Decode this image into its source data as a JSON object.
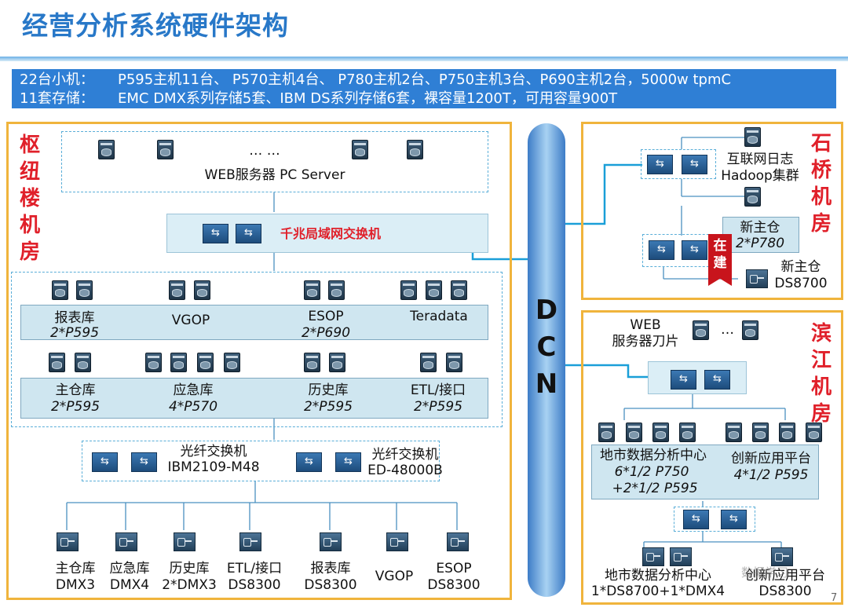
{
  "page": {
    "title": "经营分析系统硬件架构",
    "page_number": "7"
  },
  "summary": {
    "row1_label": "22台小机：",
    "row1_text": "P595主机11台、 P570主机4台、 P780主机2台、P750主机3台、P690主机2台，5000w tpmC",
    "row2_label": "11套存储：",
    "row2_text": "EMC DMX系列存储5套、IBM DS系列存储6套，裸容量1200T，可用容量900T"
  },
  "dcn": {
    "letters": [
      "D",
      "C",
      "N"
    ]
  },
  "icons": {
    "server_label": "Server",
    "switch_glyph": "⇆"
  },
  "left_room": {
    "name": [
      "枢",
      "纽",
      "楼",
      "机",
      "房"
    ],
    "web": {
      "ellipsis": "… …",
      "label": "WEB服务器 PC Server"
    },
    "lan_switch": "千兆局域网交换机",
    "row1": [
      {
        "name": "报表库",
        "spec": "2*P595"
      },
      {
        "name": "VGOP",
        "spec": ""
      },
      {
        "name": "ESOP",
        "spec": "2*P690"
      },
      {
        "name": "Teradata",
        "spec": ""
      }
    ],
    "row2": [
      {
        "name": "主仓库",
        "spec": "2*P595"
      },
      {
        "name": "应急库",
        "spec": "4*P570"
      },
      {
        "name": "历史库",
        "spec": "2*P595"
      },
      {
        "name": "ETL/接口",
        "spec": "2*P595"
      }
    ],
    "fiber1": {
      "line1": "光纤交换机",
      "line2": "IBM2109-M48"
    },
    "fiber2": {
      "line1": "光纤交换机",
      "line2": "ED-48000B"
    },
    "storage": [
      {
        "line1": "主仓库",
        "line2": "DMX3"
      },
      {
        "line1": "应急库",
        "line2": "DMX4"
      },
      {
        "line1": "历史库",
        "line2": "2*DMX3"
      },
      {
        "line1": "ETL/接口",
        "line2": "DS8300"
      },
      {
        "line1": "报表库",
        "line2": "DS8300"
      },
      {
        "line1": "VGOP",
        "line2": ""
      },
      {
        "line1": "ESOP",
        "line2": "DS8300"
      }
    ]
  },
  "shiqiao": {
    "name": [
      "石",
      "桥",
      "机",
      "房"
    ],
    "hadoop1": "互联网日志",
    "hadoop2": "Hadoop集群",
    "new_main1": "新主仓",
    "new_main2": "2*P780",
    "ribbon": "在建",
    "storage1": "新主仓",
    "storage2": "DS8700"
  },
  "binjiang": {
    "name": [
      "滨",
      "江",
      "机",
      "房"
    ],
    "web1": "WEB",
    "web2": "服务器刀片",
    "ellipsis": "…",
    "city1": "地市数据分析中心",
    "city2": "6*1/2 P750",
    "city3": "+2*1/2 P595",
    "innov1": "创新应用平台",
    "innov2": "4*1/2 P595",
    "store1a": "地市数据分析中心",
    "store1b": "1*DS8700+1*DMX4",
    "store2a": "创新应用平台",
    "store2b": "DS8300",
    "watermark": "数据学习"
  },
  "colors": {
    "title": "#2878c8",
    "room_border": "#f0b43c",
    "room_label": "#e0202a",
    "link": "#1a9fd8",
    "info_bg": "#2f7fd5"
  }
}
